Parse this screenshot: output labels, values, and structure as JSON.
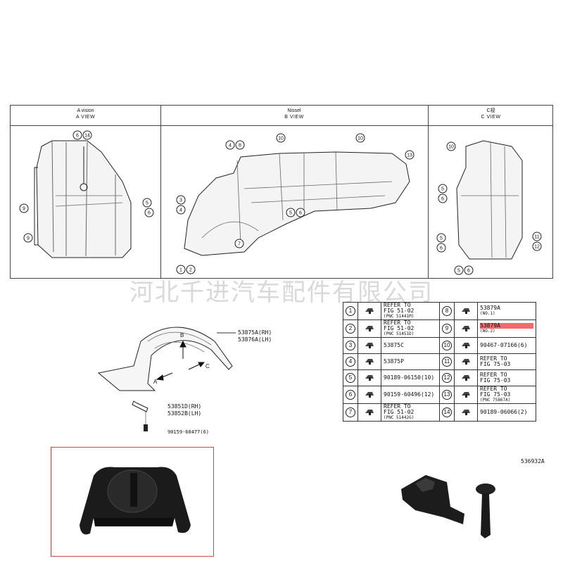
{
  "views": {
    "a": {
      "title_top": "A vision",
      "title_sub": "A VIEW"
    },
    "b": {
      "title_top": "Nissel",
      "title_sub": "B VIEW"
    },
    "c": {
      "title_top": "C视",
      "title_sub": "C VIEW"
    }
  },
  "callouts_a": [
    "6",
    "14",
    "9",
    "9",
    "5",
    "6"
  ],
  "callouts_b": [
    "4",
    "8",
    "10",
    "10",
    "13",
    "3",
    "4",
    "5",
    "6",
    "7",
    "1",
    "2"
  ],
  "callouts_c": [
    "10",
    "5",
    "6",
    "5",
    "6",
    "5",
    "6",
    "11",
    "12"
  ],
  "watermark": "河北千进汽车配件有限公司",
  "assembly": {
    "label_fender": "53875A(RH)\n53876A(LH)",
    "label_fender_1": "53875A(RH)",
    "label_fender_2": "53876A(LH)",
    "label_bracket_1": "53851D(RH)",
    "label_bracket_2": "53852B(LH)",
    "label_bolt": "90159-60477(6)",
    "arrow_a": "A",
    "arrow_b": "B",
    "arrow_c": "C"
  },
  "parts_table": {
    "left": [
      {
        "num": "1",
        "lines": [
          "REFER TO",
          "FIG 51-02",
          "(PNC 51441M)"
        ]
      },
      {
        "num": "2",
        "lines": [
          "REFER TO",
          "FIG 51-02",
          "(PNC 51451D)"
        ]
      },
      {
        "num": "3",
        "lines": [
          "53875C"
        ]
      },
      {
        "num": "4",
        "lines": [
          "53875P"
        ]
      },
      {
        "num": "5",
        "lines": [
          "90189-06150(10)"
        ]
      },
      {
        "num": "6",
        "lines": [
          "90159-60496(12)"
        ]
      },
      {
        "num": "7",
        "lines": [
          "REFER TO",
          "FIG 51-02",
          "(PNC 51442G)"
        ]
      }
    ],
    "right": [
      {
        "num": "8",
        "lines": [
          "53879A",
          "(NO.1)"
        ]
      },
      {
        "num": "9",
        "lines": [
          "53879A",
          "(NO.2)"
        ],
        "highlight": true
      },
      {
        "num": "10",
        "lines": [
          "90467-07166(6)"
        ]
      },
      {
        "num": "11",
        "lines": [
          "REFER TO",
          "FIG 75-03"
        ]
      },
      {
        "num": "12",
        "lines": [
          "REFER TO",
          "FIG 75-03"
        ]
      },
      {
        "num": "13",
        "lines": [
          "REFER TO",
          "FIG 75-03",
          "(PNC 75867A)"
        ]
      },
      {
        "num": "14",
        "lines": [
          "90189-06066(2)"
        ]
      }
    ]
  },
  "drawing_code": "536932A",
  "colors": {
    "highlight": "#f06b6b",
    "photo_border": "#c84a4a",
    "line": "#333333"
  }
}
